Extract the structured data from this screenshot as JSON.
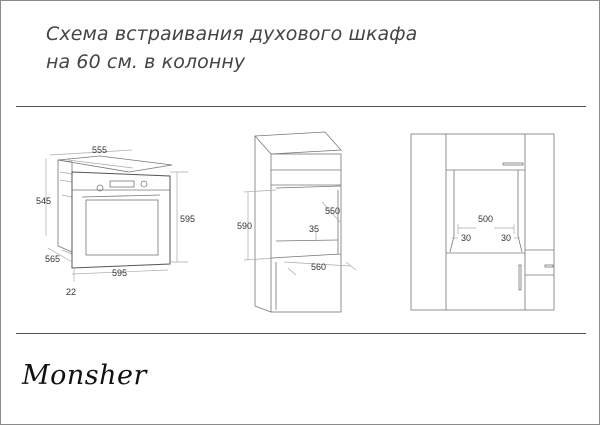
{
  "header": {
    "title_line1": "Схема встраивания духового шкафа",
    "title_line2": "на 60 см. в колонну"
  },
  "diagrams": {
    "oven": {
      "top_width": "555",
      "depth": "545",
      "side_depth": "565",
      "height": "595",
      "front_width": "595",
      "panel_offset": "22"
    },
    "column_niche": {
      "niche_height": "590",
      "niche_depth": "550",
      "bottom_gap": "35",
      "niche_width": "560"
    },
    "column_front": {
      "ventilation_width": "500",
      "left_gap": "30",
      "right_gap": "30"
    }
  },
  "footer": {
    "brand": "Monsher"
  },
  "colors": {
    "line": "#777777",
    "text": "#444444",
    "rule": "#555555"
  }
}
